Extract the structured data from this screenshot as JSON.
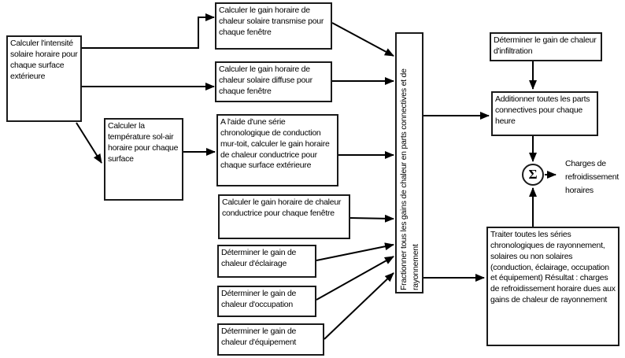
{
  "diagram": {
    "background": "#ffffff",
    "stroke_color": "#000000",
    "box_fill": "#ffffff",
    "text_color": "#000000",
    "nodes": {
      "solar_intensity": "Calculer l'intensité solaire horaire pour chaque surface extérieure",
      "sol_air_temp": "Calculer la température sol-air horaire pour chaque surface",
      "transmitted_solar": "Calculer le gain horaire de chaleur solaire transmise pour chaque fenêtre",
      "diffuse_solar": "Calculer le gain horaire de chaleur solaire diffuse pour chaque fenêtre",
      "conduction_series": "A l'aide d'une série chronologique de conduction mur-toit, calculer le gain horaire de chaleur conductrice pour chaque surface extérieure",
      "window_conduction": "Calculer le gain horaire de chaleur conductrice pour chaque fenêtre",
      "lighting": "Déterminer le gain de chaleur d'éclairage",
      "occupancy": "Déterminer le gain de chaleur d'occupation",
      "equipment": "Déterminer le gain de chaleur d'équipement",
      "split_gains": "Fractionner tous les gains de chaleur en parts connectives et de rayonnement",
      "infiltration": "Déterminer le gain de chaleur d'infiltration",
      "sum_convective": "Additionner toutes les parts connectives pour chaque heure",
      "radiant_series": "Traiter toutes les séries chronologiques de rayonnement, solaires ou non solaires (conduction, éclairage, occupation et équipement) Résultat : charges de refroidissement horaire dues aux gains de chaleur de rayonnement",
      "sigma": "Σ",
      "output_label": "Charges de refroidissement horaires"
    }
  }
}
